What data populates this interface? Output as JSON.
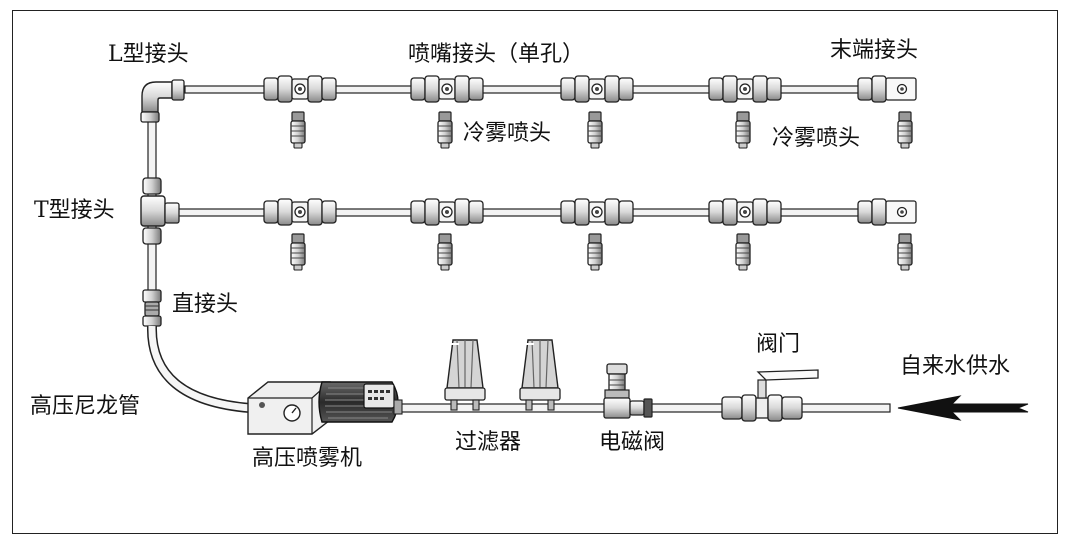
{
  "labels": {
    "l_fitting": "L型接头",
    "nozzle_fitting": "喷嘴接头（单孔）",
    "end_fitting": "末端接头",
    "cold_mist_1": "冷雾喷头",
    "cold_mist_2": "冷雾喷头",
    "t_fitting": "T型接头",
    "straight_fitting": "直接头",
    "nylon_tube": "高压尼龙管",
    "mist_machine": "高压喷雾机",
    "filter": "过滤器",
    "solenoid_valve": "电磁阀",
    "valve": "阀门",
    "tap_water": "自来水供水"
  }
}
